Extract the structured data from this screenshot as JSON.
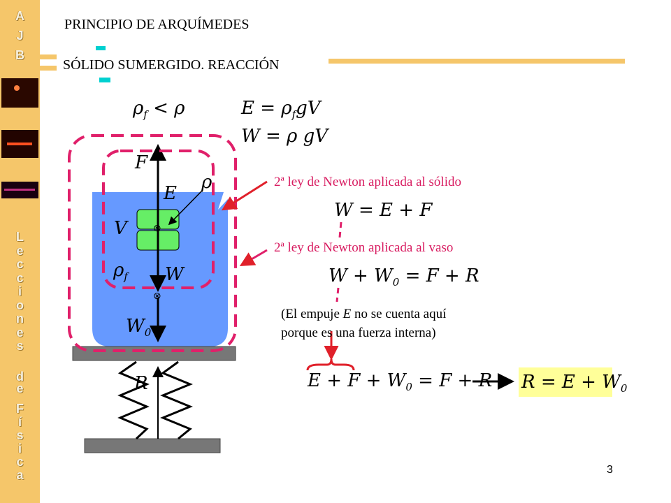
{
  "sidebar": {
    "top_letters": [
      "A",
      "J",
      "B"
    ],
    "title_letters": [
      "L",
      "e",
      "c",
      "c",
      "i",
      "o",
      "n",
      "e",
      "s"
    ],
    "de_letters": [
      "d",
      "e"
    ],
    "fisica_letters": [
      "F",
      "í",
      "s",
      "i",
      "c",
      "a"
    ]
  },
  "header": {
    "title": "PRINCIPIO DE ARQUÍMEDES",
    "subtitle": "SÓLIDO SUMERGIDO. REACCIÓN"
  },
  "equations": {
    "density_rel": {
      "rho": "ρ",
      "sub": "f",
      "op": " < ρ"
    },
    "E_def": {
      "lhs": "E = ρ",
      "sub": "f",
      "rhs": "gV"
    },
    "W_def": "W = ρ gV",
    "solid_eq": "W = E + F",
    "vessel_eq": {
      "a": "W + W",
      "sub": "0",
      "b": " = F + R"
    },
    "combined": {
      "a": "E + F + W",
      "sub": "0",
      "b": " = F + R"
    },
    "result": {
      "a": "R = E + W",
      "sub": "0"
    }
  },
  "labels": {
    "newton_solid": "2ª ley de Newton aplicada al sólido",
    "newton_vessel": "2ª ley de Newton aplicada al vaso",
    "note_line1_a": "(El empuje ",
    "note_line1_E": "E",
    "note_line1_b": " no se cuenta aquí",
    "note_line2": "porque es una fuerza interna)"
  },
  "diagram": {
    "F": "F",
    "E": "E",
    "rho": "ρ",
    "V": "V",
    "rho_f": "ρ",
    "rho_f_sub": "f",
    "W": "W",
    "W0": "W",
    "W0_sub": "0",
    "R": "R",
    "cross": "⊗"
  },
  "page_number": "3",
  "colors": {
    "sidebar": "#f5c66a",
    "water": "#6699ff",
    "solid": "#66ee66",
    "dashed": "#e0206a",
    "arrow_red": "#e0202a",
    "highlight": "#ffff99",
    "accent_bar": "#f5c66a",
    "cyan": "#00d0d0"
  }
}
